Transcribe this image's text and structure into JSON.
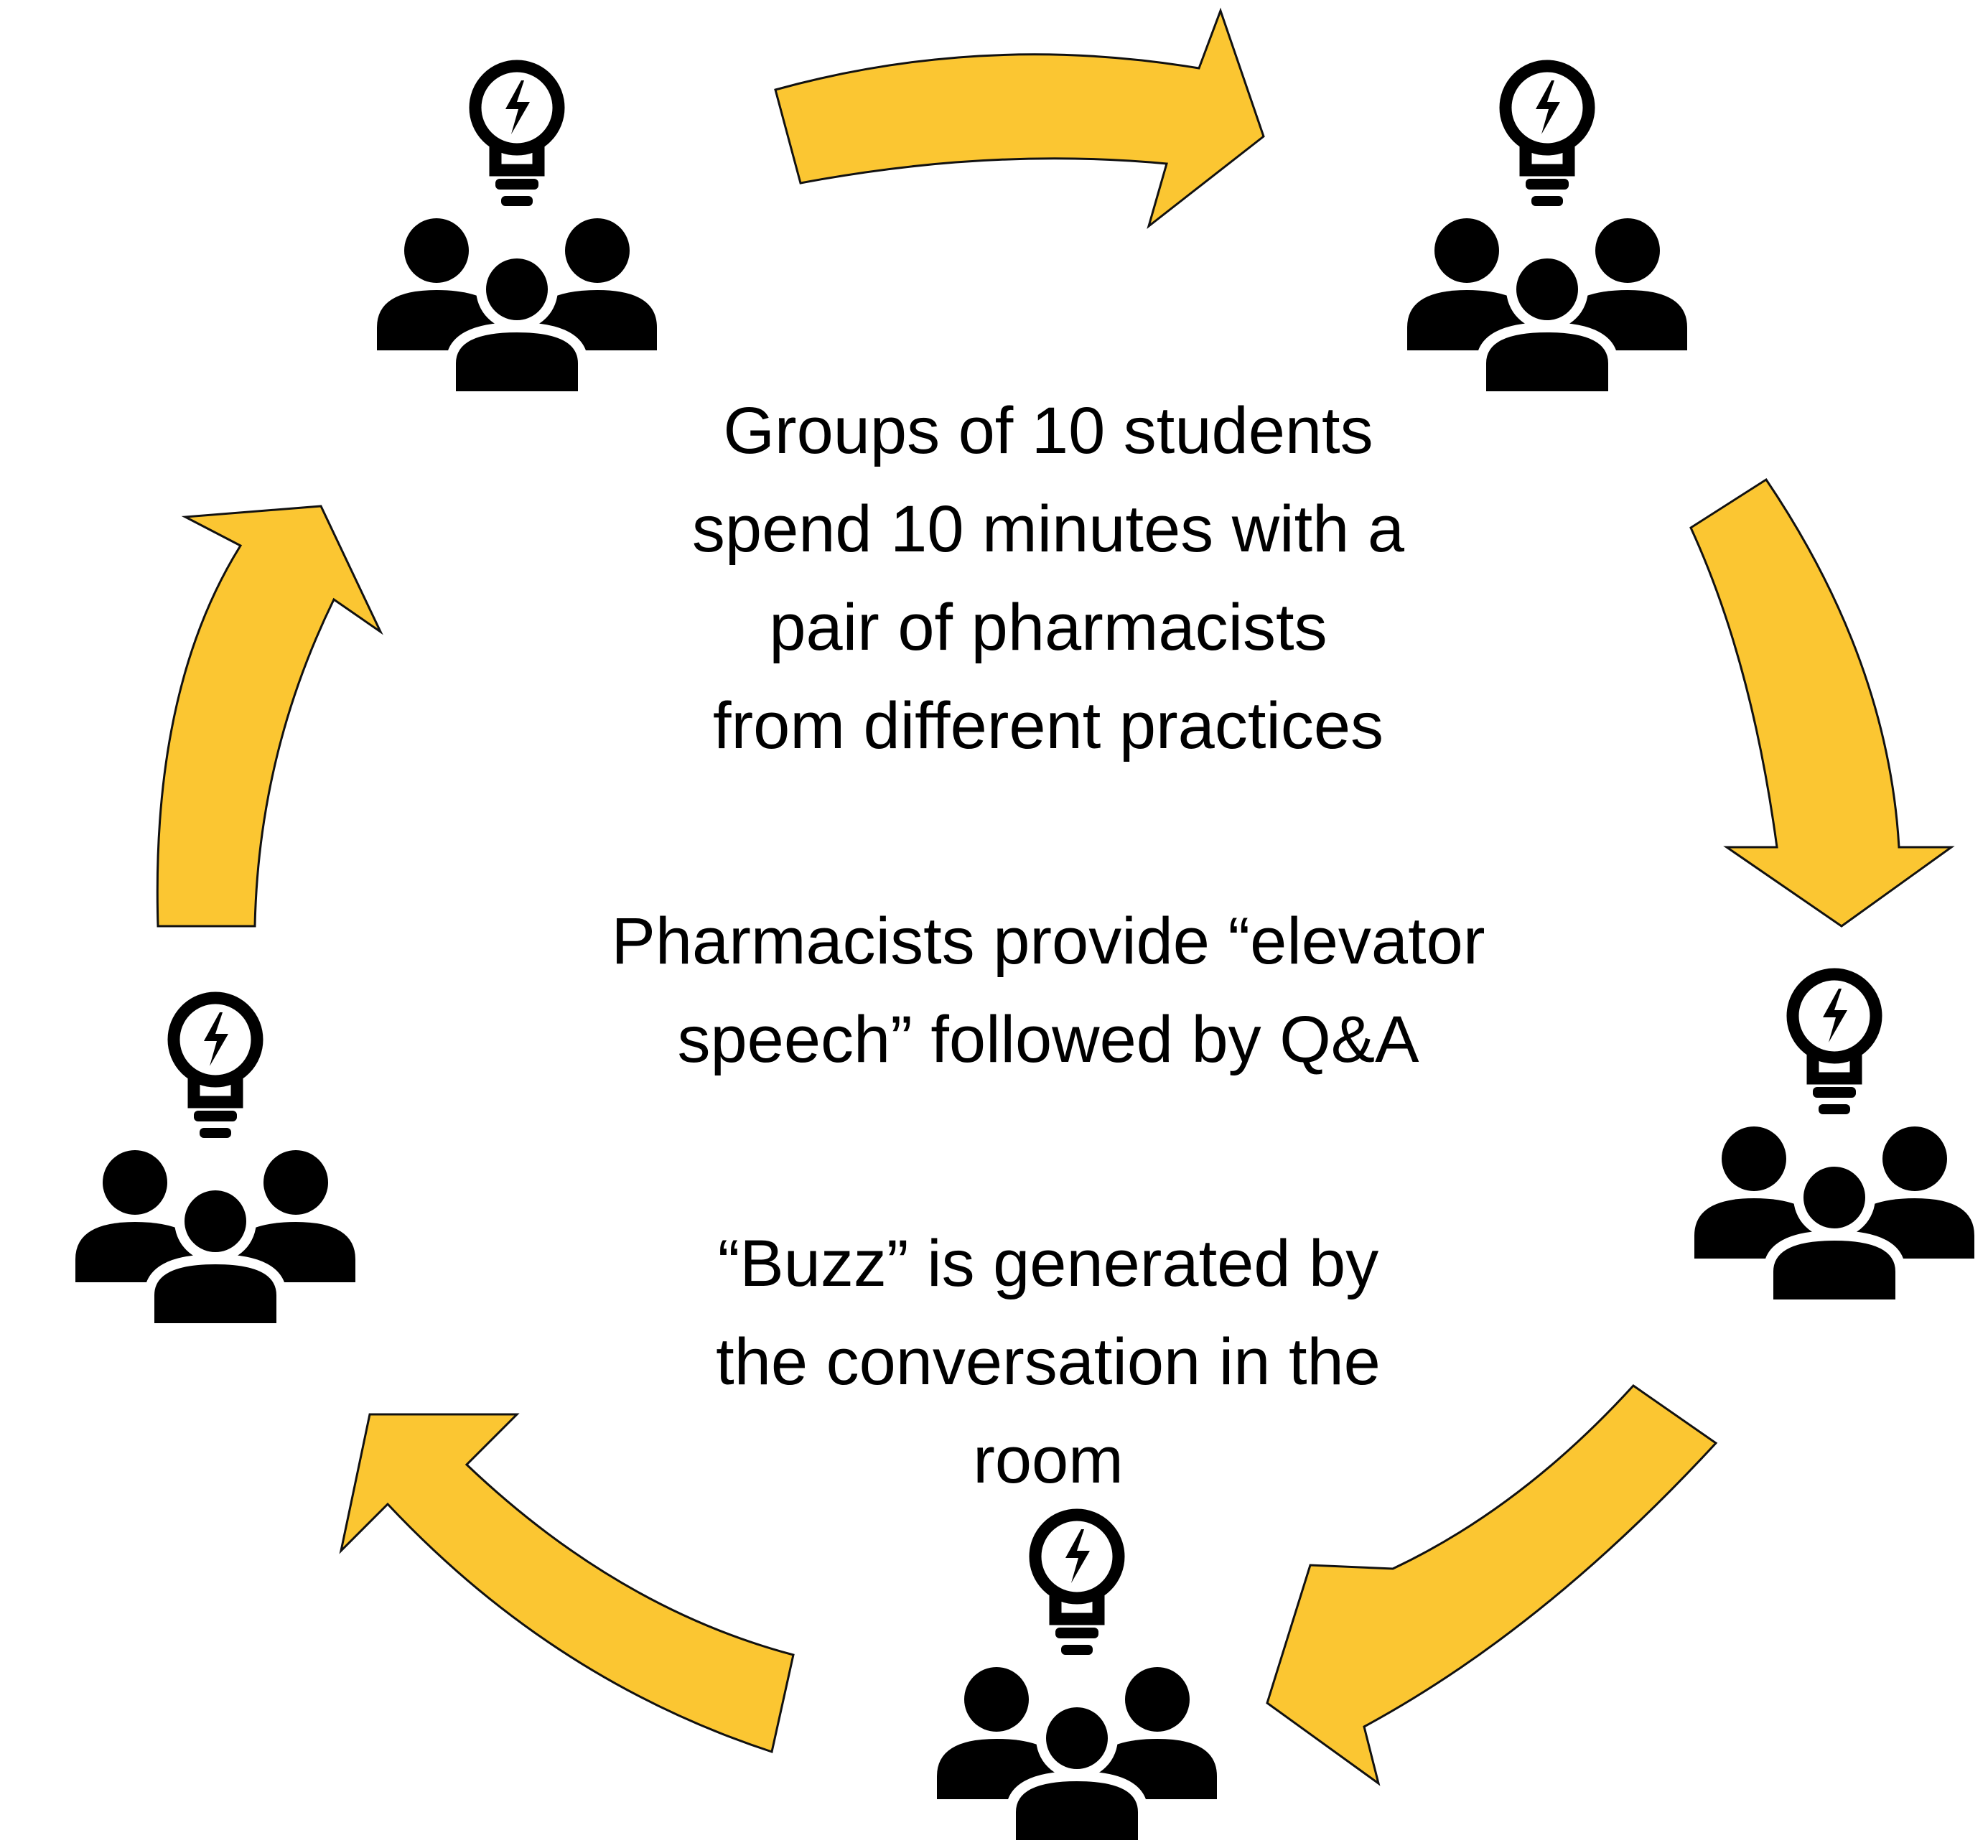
{
  "center_text": {
    "block1": {
      "line1": "Groups of 10 students",
      "line2": "spend 10 minutes with a",
      "line3": "pair of pharmacists",
      "line4": "from different practices"
    },
    "block2": {
      "line1": "Pharmacists provide “elevator",
      "line2": "speech” followed by Q&A"
    },
    "block3": {
      "line1": "“Buzz” is generated by",
      "line2": "the conversation in the",
      "line3": "room"
    }
  },
  "icons": {
    "group_icon": "group-with-lightbulb-icon",
    "count": 5
  },
  "colors": {
    "arrow_fill": "#FBC632",
    "arrow_outline": "#111111",
    "icon": "#000000"
  }
}
